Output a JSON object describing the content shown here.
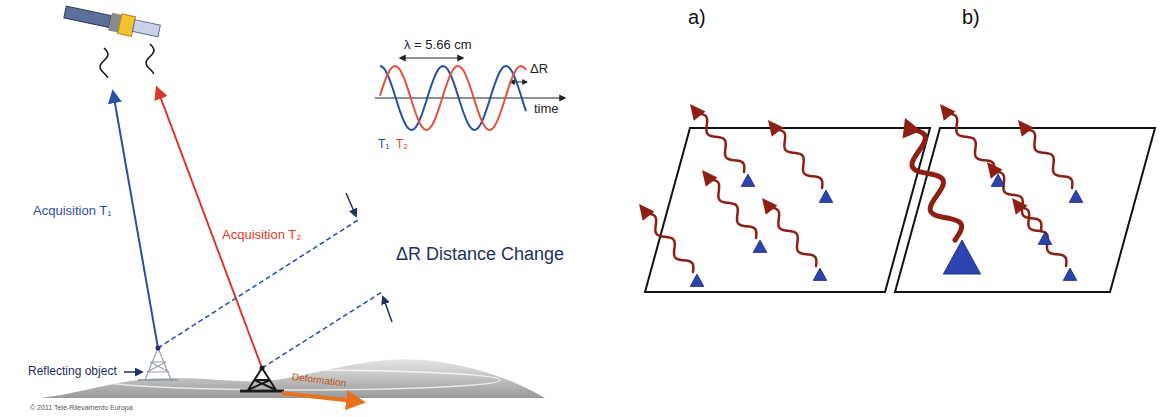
{
  "diagram": {
    "labels": [
      "λ = 5.66 cm",
      "ΔR",
      "time",
      "T₁",
      "T₂",
      "Acquisition T₁",
      "Acquisition T₂",
      "ΔR Distance Change",
      "Reflecting object",
      "Deformation",
      "© 2011 Tele-Rilevamento Europa",
      "a)",
      "b)"
    ]
  }
}
